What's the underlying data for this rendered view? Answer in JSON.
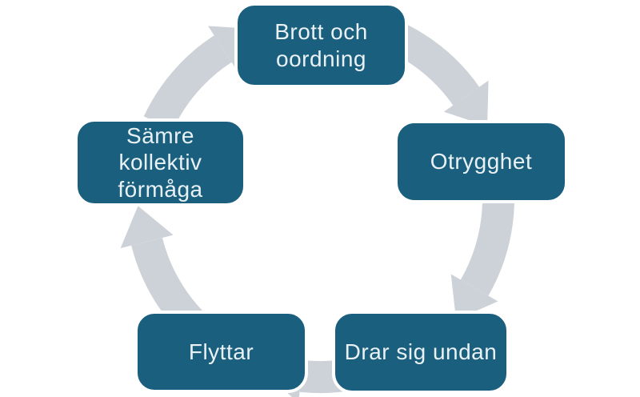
{
  "diagram": {
    "type": "cycle",
    "direction": "clockwise",
    "colors": {
      "node_fill": "#1a5f7e",
      "node_border": "#ffffff",
      "node_text": "#e9f1f5",
      "ring": "#cdd2d8",
      "background": "#ffffff"
    },
    "nodes": [
      {
        "id": "brott-och-oordning",
        "position": "top",
        "label": "Brott och\noordning"
      },
      {
        "id": "otrygghet",
        "position": "right",
        "label": "Otrygghet"
      },
      {
        "id": "drar-sig-undan",
        "position": "bottom-right",
        "label": "Drar sig undan"
      },
      {
        "id": "flyttar",
        "position": "bottom-left",
        "label": "Flyttar"
      },
      {
        "id": "samre-kollektiv-formaga",
        "position": "left",
        "label": "Sämre\nkollektiv\nförmåga"
      }
    ]
  }
}
